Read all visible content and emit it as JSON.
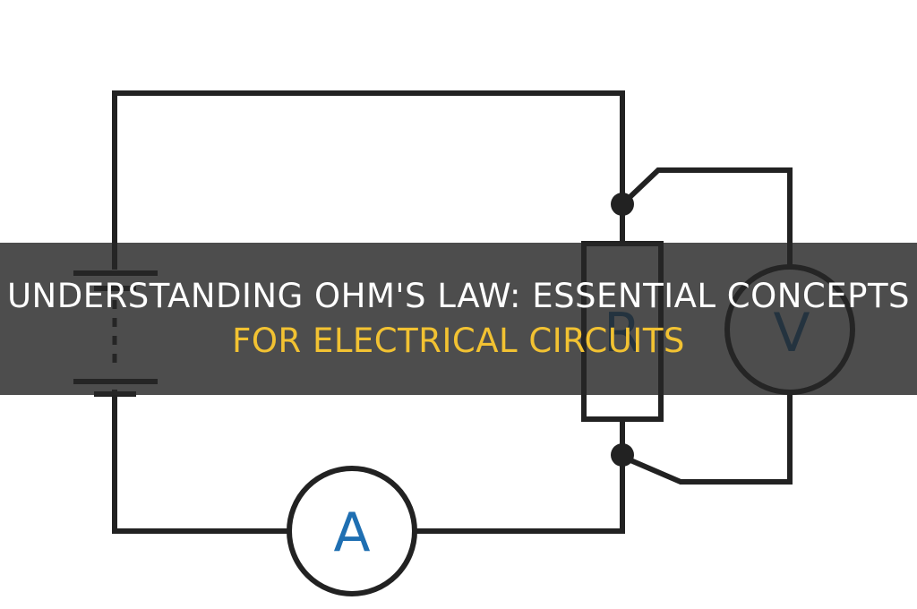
{
  "title": {
    "line1": "Understanding Ohm's Law: Essential Concepts",
    "line2": "for Electrical Circuits",
    "line1_color": "#ffffff",
    "line2_color": "#f2c232"
  },
  "diagram": {
    "ammeter_symbol": "A",
    "voltmeter_symbol": "V",
    "resistor_symbol": "R",
    "symbol_color": "#1f6fb2",
    "wire_color": "#222222"
  }
}
